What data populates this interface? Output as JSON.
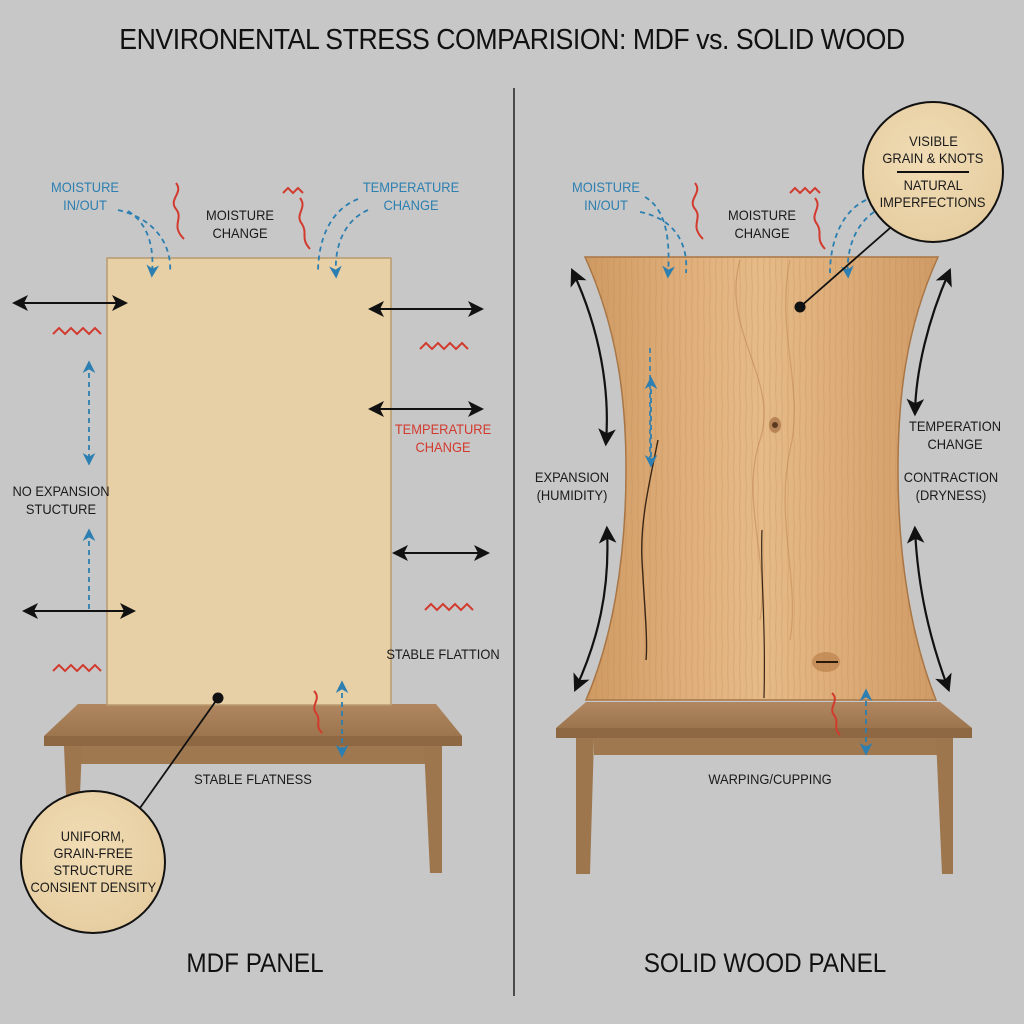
{
  "title": "ENVIRONENTAL STRESS COMPARISION: MDF vs. SOLID WOOD",
  "colors": {
    "background": "#c7c7c7",
    "mdf_panel": "#e7cfa6",
    "solid_wood": "#d9a873",
    "table": "#a57e56",
    "moisture_blue": "#2c7fb0",
    "heat_red": "#d33a2e",
    "ink": "#111111"
  },
  "mdf": {
    "panel_title": "MDF PANEL",
    "moisture_inout": [
      "MOISTURE",
      "IN/OUT"
    ],
    "moisture_change": [
      "MOISTURE",
      "CHANGE"
    ],
    "temperature_change_top": [
      "TEMPERATURE",
      "CHANGE"
    ],
    "temperature_change_side": [
      "TEMPERATURE",
      "CHANGE"
    ],
    "no_expansion": [
      "NO EXPANSION",
      "STUCTURE"
    ],
    "stable_flattion": "STABLE FLATTION",
    "stable_flatness": "STABLE FLATNESS",
    "callout": [
      "UNIFORM,",
      "GRAIN-FREE",
      "STRUCTURE",
      "CONSIENT DENSITY"
    ]
  },
  "wood": {
    "panel_title": "SOLID WOOD PANEL",
    "moisture_inout": [
      "MOISTURE",
      "IN/OUT"
    ],
    "moisture_change": [
      "MOISTURE",
      "CHANGE"
    ],
    "callout_top": [
      "VISIBLE",
      "GRAIN & KNOTS"
    ],
    "callout_bottom": [
      "NATURAL",
      "IMPERFECTIONS"
    ],
    "expansion": [
      "EXPANSION",
      "(HUMIDITY)"
    ],
    "temperation_change": [
      "TEMPERATION",
      "CHANGE"
    ],
    "contraction": [
      "CONTRACTION",
      "(DRYNESS)"
    ],
    "warping": "WARPING/CUPPING"
  }
}
